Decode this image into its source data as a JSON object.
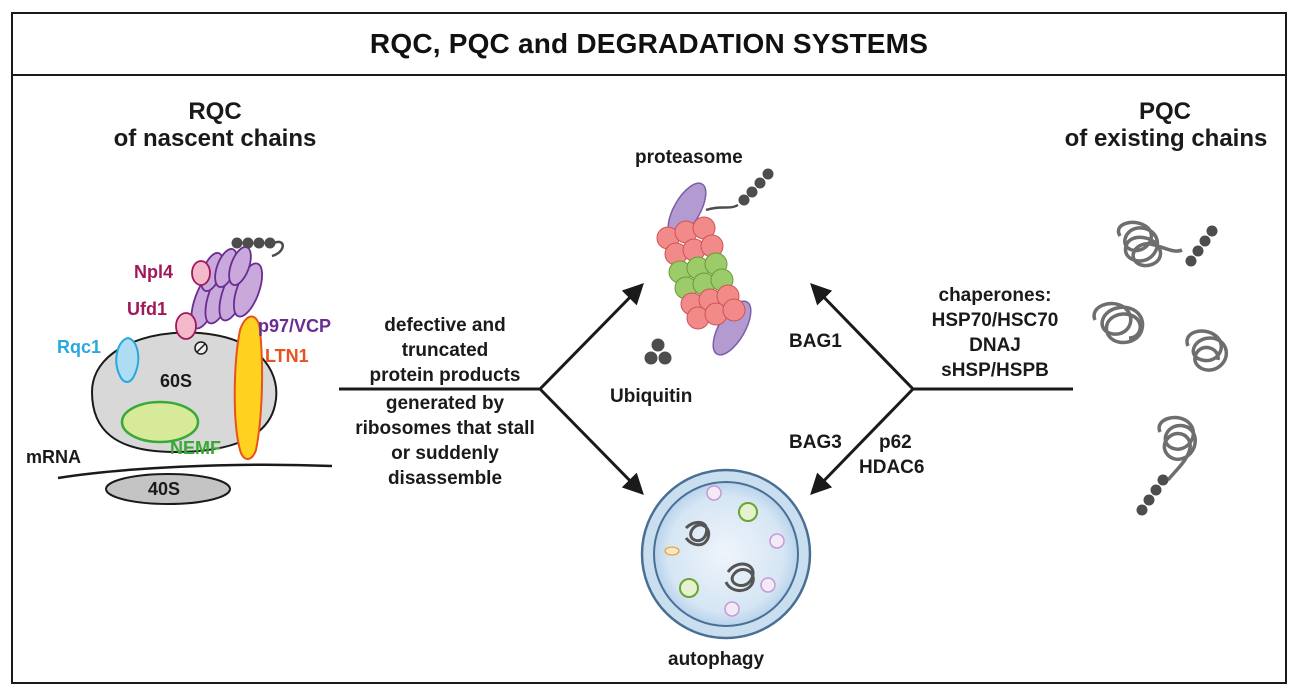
{
  "title": "RQC, PQC and DEGRADATION SYSTEMS",
  "rqc": {
    "heading_line1": "RQC",
    "heading_line2": "of nascent chains",
    "labels": {
      "npl4": "Npl4",
      "ufd1": "Ufd1",
      "p97": "p97/VCP",
      "rqc1": "Rqc1",
      "ltn1": "LTN1",
      "s60": "60S",
      "nemf": "NEMF",
      "mrna": "mRNA",
      "s40": "40S"
    }
  },
  "center": {
    "lines": [
      "defective and",
      "truncated",
      "protein products",
      "generated by",
      "ribosomes that stall",
      "or suddenly",
      "disassemble"
    ]
  },
  "proteasome_label": "proteasome",
  "ubiquitin_label": "Ubiquitin",
  "autophagy_label": "autophagy",
  "pqc": {
    "heading_line1": "PQC",
    "heading_line2": "of existing chains",
    "chaperones": [
      "chaperones:",
      "HSP70/HSC70",
      "DNAJ",
      "sHSP/HSPB"
    ]
  },
  "pathways": {
    "bag1": "BAG1",
    "bag3": "BAG3",
    "p62": "p62",
    "hdac6": "HDAC6"
  },
  "colors": {
    "npl4": "#a0185a",
    "ufd1": "#a0185a",
    "p97": "#6a2c91",
    "rqc1": "#29a8e0",
    "ltn1": "#e8521e",
    "nemf": "#39a935",
    "ribosome_fill": "#d8d8d8",
    "vcp_fill": "#c9a8db",
    "ltn1_fill": "#ffd21f",
    "nemf_fill": "#d7ea9a",
    "rqc1_fill": "#aedcf2",
    "npl4_fill": "#f4b8cb",
    "proteasome_core_red": "#f28a8a",
    "proteasome_core_green": "#9ccc6a",
    "proteasome_cap": "#b39ad1",
    "ubiquitin": "#4d4d4d",
    "autophagy_outer": "#c9dff0",
    "autophagy_ring": "#9fc3e6"
  }
}
